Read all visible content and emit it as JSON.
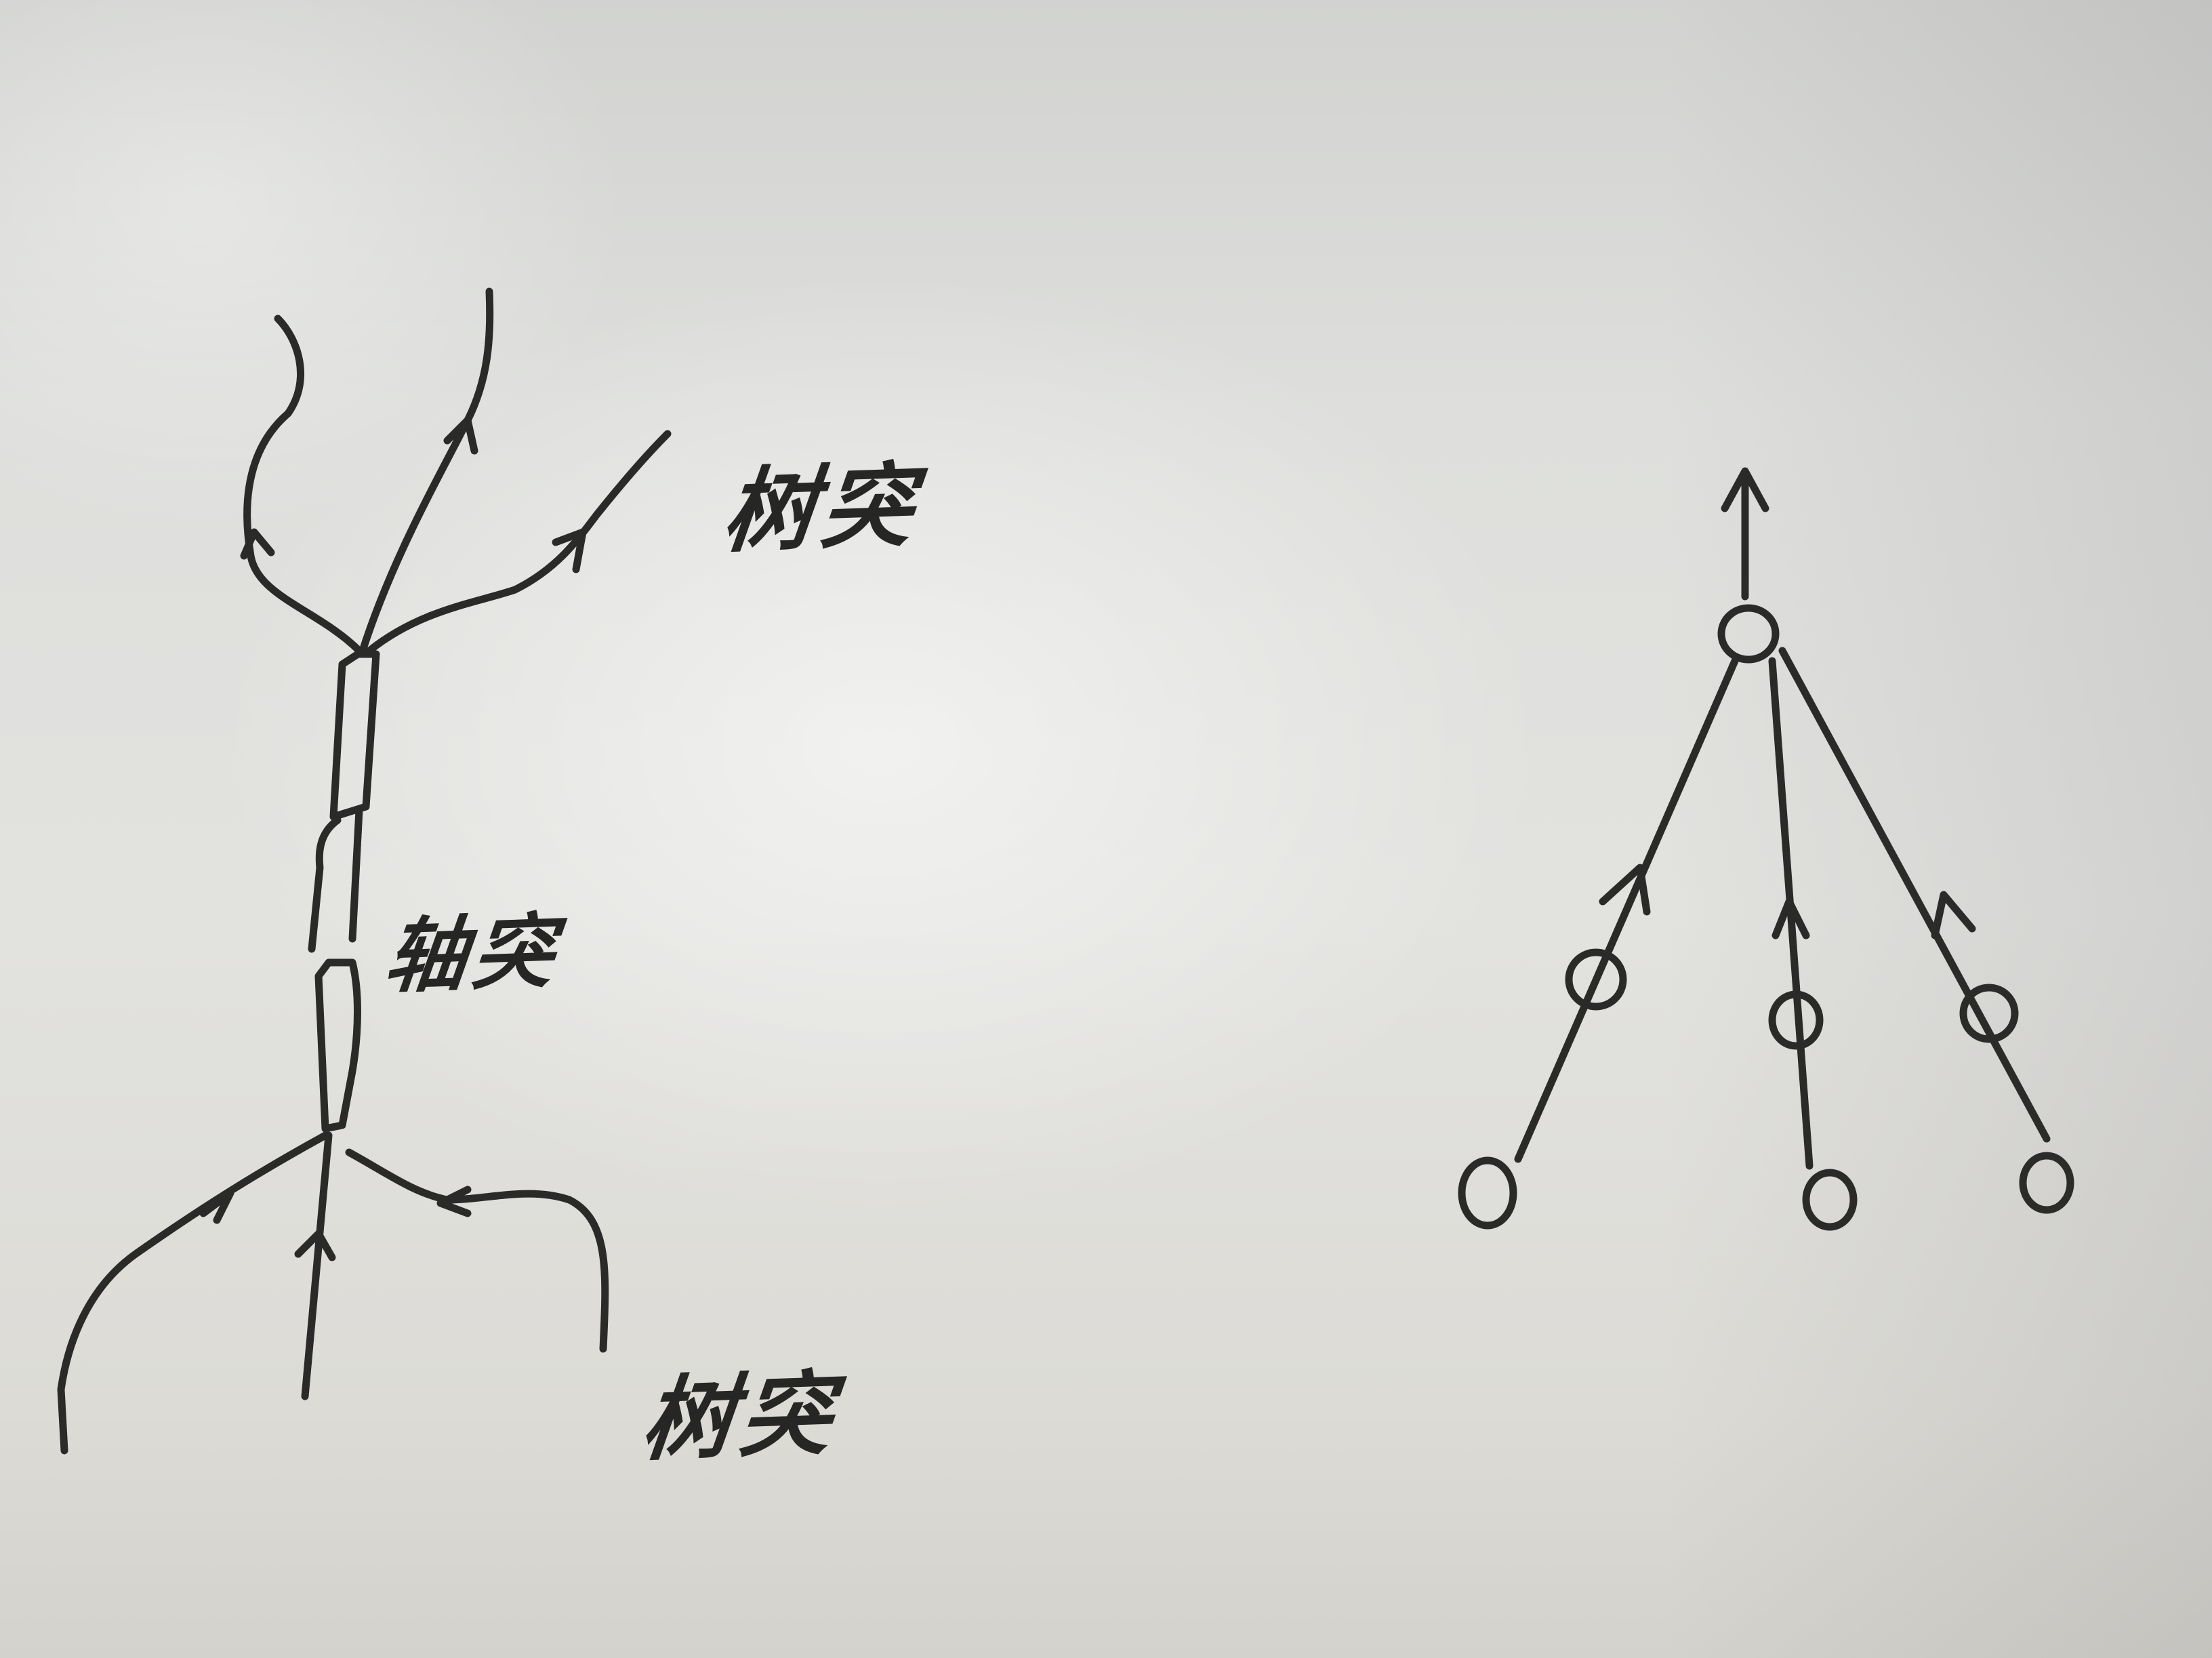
{
  "labels": {
    "dendrite_top": "树突",
    "axon": "轴突",
    "dendrite_bottom": "树突"
  },
  "colors": {
    "ink": "#2a2a28",
    "paper": "#e0e0dd"
  }
}
